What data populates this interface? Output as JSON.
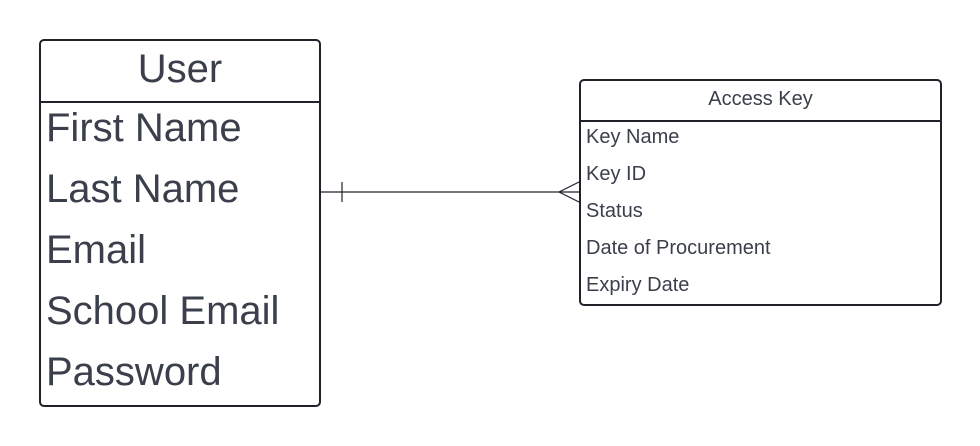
{
  "entities": {
    "user": {
      "title": "User",
      "attributes": [
        "First Name",
        "Last Name",
        "Email",
        "School Email",
        "Password"
      ]
    },
    "access_key": {
      "title": "Access Key",
      "attributes": [
        "Key Name",
        "Key ID",
        "Status",
        "Date of Procurement",
        "Expiry Date"
      ]
    }
  },
  "relationship": {
    "from_cardinality": "one",
    "to_cardinality": "many"
  },
  "colors": {
    "border": "#1f2329",
    "text": "#3a3f4b",
    "background": "#ffffff"
  }
}
